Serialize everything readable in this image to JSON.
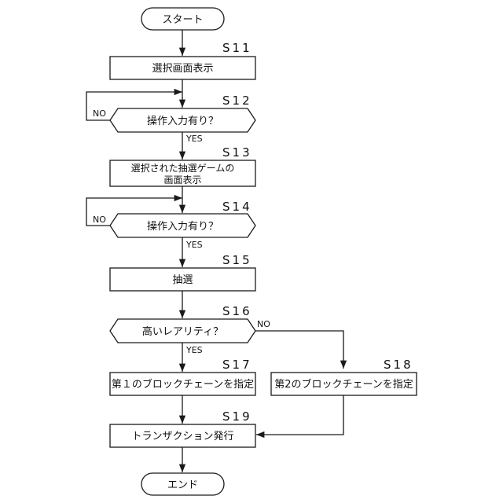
{
  "flowchart": {
    "start": "スタート",
    "end": "エンド",
    "steps": {
      "s11": {
        "id": "S11",
        "text": "選択画面表示"
      },
      "s12": {
        "id": "S12",
        "text": "操作入力有り？"
      },
      "s13": {
        "id": "S13",
        "line1": "選択された抽選ゲームの",
        "line2": "画面表示"
      },
      "s14": {
        "id": "S14",
        "text": "操作入力有り？"
      },
      "s15": {
        "id": "S15",
        "text": "抽選"
      },
      "s16": {
        "id": "S16",
        "text": "高いレアリティ？"
      },
      "s17": {
        "id": "S17",
        "text": "第１のブロックチェーンを指定"
      },
      "s18": {
        "id": "S18",
        "text": "第2のブロックチェーンを指定"
      },
      "s19": {
        "id": "S19",
        "text": "トランザクション発行"
      }
    },
    "branch_labels": {
      "s12_no": "NO",
      "s12_yes": "YES",
      "s14_no": "NO",
      "s14_yes": "YES",
      "s16_no": "NO",
      "s16_yes": "YES"
    }
  }
}
